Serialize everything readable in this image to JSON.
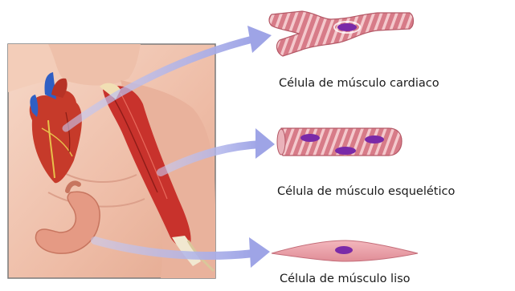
{
  "labels": {
    "cardiac": "Célula de músculo cardiaco",
    "skeletal": "Célula de músculo esquelético",
    "smooth": "Célula de músculo liso"
  },
  "colors": {
    "arrow": "#a9aee8",
    "skin": "#f2c8b4",
    "muscle_red": "#c8322c",
    "heart_red": "#c63a2a",
    "heart_blue": "#2f5fc4",
    "stomach": "#e59a84",
    "cell_pink": "#d97d8a",
    "cell_stripe": "#f3c3c8",
    "nucleus": "#7a2aa8",
    "frame": "#7a7a7a"
  }
}
